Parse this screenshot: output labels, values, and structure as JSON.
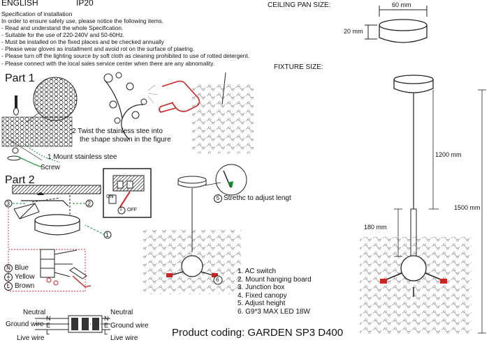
{
  "header": {
    "language": "ENGLISH",
    "ip_rating": "IP20",
    "ceiling_pan_size": "CEILING PAN  SIZE:",
    "fixture_size": "FIXTURE SIZE:"
  },
  "spec": {
    "title": "Specification of installation",
    "lines": [
      "In order to ensure safety use, please notice the following items.",
      "- Read and understand the whole Specification.",
      "- Suitable for the use of 220-240V and 50-60Hz.",
      "- Must be installed on the fixed places and be checked annually",
      "- Please wear gloves as installment and avoid rot on the surface of plaetng.",
      "- Please turn off the lighting source by soft cloth as cleaning prohibited to use of rotted detergent.",
      "- Please connect with the local sales service center when there are any abnomality."
    ]
  },
  "part1": {
    "title": "Part 1",
    "step_twist_line1": "2 Twist  the  stainless  stee  into",
    "step_twist_line2": "the shape shown in the figure",
    "step_mount": "1  Mount stainless stee",
    "screw": "Screw"
  },
  "part2": {
    "title": "Part 2",
    "callout_3": "3",
    "callout_2": "2",
    "callout_1": "1",
    "switch_on": "ON",
    "switch_off": "OFF",
    "switch_num": "1",
    "wire_n": "N",
    "wire_e": "⏚",
    "wire_l": "L",
    "blue": "Blue",
    "yellow": "Yellow",
    "brown": "Brown"
  },
  "terminal": {
    "neutral_left": "Neutral",
    "ground_left": "Ground wire",
    "live_left": "Live wire",
    "n": "N",
    "e": "E",
    "l": "L",
    "neutral_right": "Neutral",
    "ground_right": "Ground wire",
    "live_right": "Live wire"
  },
  "middle": {
    "stretch_num": "5",
    "stretch_label": "Strethc to adjust lengt",
    "callout_6": "6"
  },
  "legend": [
    "1. AC switch",
    "2. Mount hanging board",
    "3. Junction box",
    "4. Fixed canopy",
    "5. Adjust height",
    "6. G9*3 MAX LED 18W"
  ],
  "dimensions": {
    "pan_width": "60 mm",
    "pan_height": "20 mm",
    "cable": "1200 mm",
    "total": "1500 mm",
    "body": "180 mm"
  },
  "product_coding": "Product coding: GARDEN SP3 D400"
}
